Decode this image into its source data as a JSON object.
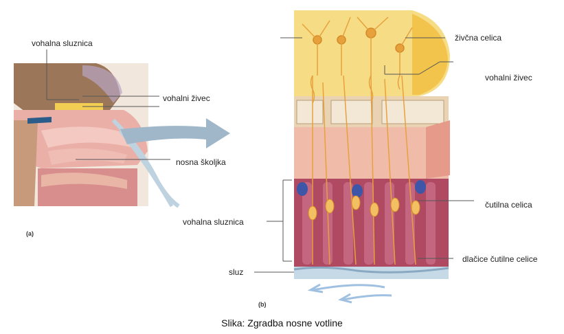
{
  "labels": {
    "vohalna_sluznica_a": "vohalna sluznica",
    "vohalni_zivec_a": "vohalni živec",
    "nosna_skoljka": "nosna školjka",
    "zivcna_celica": "živčna celica",
    "vohalni_zivec_b": "vohalni živec",
    "cutilna_celica": "čutilna celica",
    "vohalna_sluznica_b": "vohalna sluznica",
    "dlacice": "dlačice čutilne celice",
    "sluz": "sluz"
  },
  "panels": {
    "a": "(a)",
    "b": "(b)"
  },
  "caption": "Slika: Zgradba nosne votline",
  "colors": {
    "bone": "#a07a5c",
    "tissue_pink": "#e8a7a0",
    "bulb_yellow": "#f6d56a",
    "neuron": "#e7a13c",
    "epithelium": "#b24b62",
    "arrow": "#9fb7c9",
    "mucus": "#9ab8d0"
  }
}
